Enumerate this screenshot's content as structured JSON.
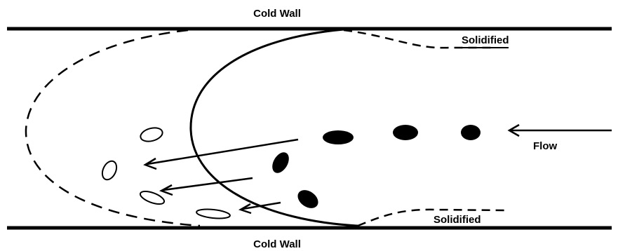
{
  "labels": {
    "top_wall": "Cold Wall",
    "bottom_wall": "Cold Wall",
    "top_solidified": "Solidified",
    "bottom_solidified": "Solidified",
    "flow": "Flow"
  },
  "colors": {
    "stroke": "#000000",
    "solid_particle": "#000000",
    "background": "#ffffff"
  }
}
